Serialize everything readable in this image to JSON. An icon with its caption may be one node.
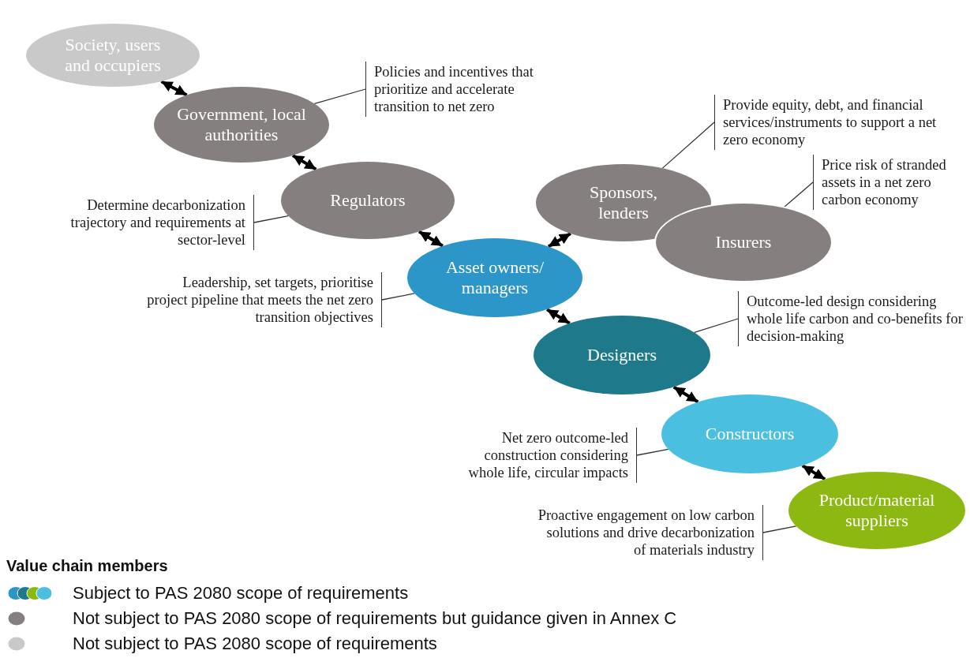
{
  "diagram": {
    "nodes": [
      {
        "text": [
          "Society, users and occupiers"
        ]
      },
      {
        "text": [
          "Government, local authorities"
        ]
      },
      {
        "text": [
          "Regulators"
        ]
      },
      {
        "text": [
          "Sponsors, lenders"
        ]
      },
      {
        "text": [
          "Insurers"
        ]
      },
      {
        "text": [
          "Asset owners/ managers"
        ]
      },
      {
        "text": [
          "Designers"
        ]
      },
      {
        "text": [
          "Constructors"
        ]
      },
      {
        "text": [
          "Product/material suppliers"
        ]
      },
      {
        "text": [
          "Policies and incentives that prioritize and accelerate transition to net zero"
        ]
      },
      {
        "text": [
          "Provide equity, debt, and financial services/instruments to support a net zero economy"
        ]
      },
      {
        "text": [
          "Price risk of stranded assets in a net zero carbon economy"
        ]
      },
      {
        "text": [
          "Determine decarbonization trajectory and requirements at sector-level"
        ]
      },
      {
        "text": [
          "Leadership, set targets, prioritise project pipeline that meets the net zero transition objectives"
        ]
      },
      {
        "text": [
          "Outcome-led design considering whole life carbon and co-benefits for decision-making"
        ]
      },
      {
        "text": [
          "Net zero outcome-led construction considering whole life, circular impacts"
        ]
      },
      {
        "text": [
          "Proactive engagement on low carbon solutions and drive decarbonization of materials industry"
        ]
      }
    ],
    "edges": [
      {
        "from": 0,
        "to": 1,
        "arrow": "both",
        "style": "thick"
      },
      {
        "from": 1,
        "to": 2,
        "arrow": "both",
        "style": "thick"
      },
      {
        "from": 2,
        "to": 5,
        "arrow": "both",
        "style": "thick"
      },
      {
        "from": 3,
        "to": 5,
        "arrow": "both",
        "style": "thick"
      },
      {
        "from": 5,
        "to": 6,
        "arrow": "both",
        "style": "thick"
      },
      {
        "from": 6,
        "to": 7,
        "arrow": "both",
        "style": "thick"
      },
      {
        "from": 7,
        "to": 8,
        "arrow": "both",
        "style": "thick"
      },
      {
        "from": 9,
        "to": 1,
        "arrow": "none"
      },
      {
        "from": 10,
        "to": 3,
        "arrow": "none"
      },
      {
        "from": 11,
        "to": 4,
        "arrow": "none"
      },
      {
        "from": 12,
        "to": 2,
        "arrow": "none"
      },
      {
        "from": 13,
        "to": 5,
        "arrow": "none"
      },
      {
        "from": 14,
        "to": 6,
        "arrow": "none"
      },
      {
        "from": 15,
        "to": 7,
        "arrow": "none"
      },
      {
        "from": 16,
        "to": 8,
        "arrow": "none"
      }
    ],
    "labels": [
      "Value chain members"
    ],
    "legend": [
      {
        "text": "Subject to PAS 2080 scope of requirements"
      },
      {
        "text": "Not subject to PAS 2080 scope of requirements but guidance given in Annex C",
        "color": "#857f7f"
      },
      {
        "text": "Not subject to PAS 2080 scope of requirements",
        "color": "#c9c9c9"
      }
    ]
  }
}
